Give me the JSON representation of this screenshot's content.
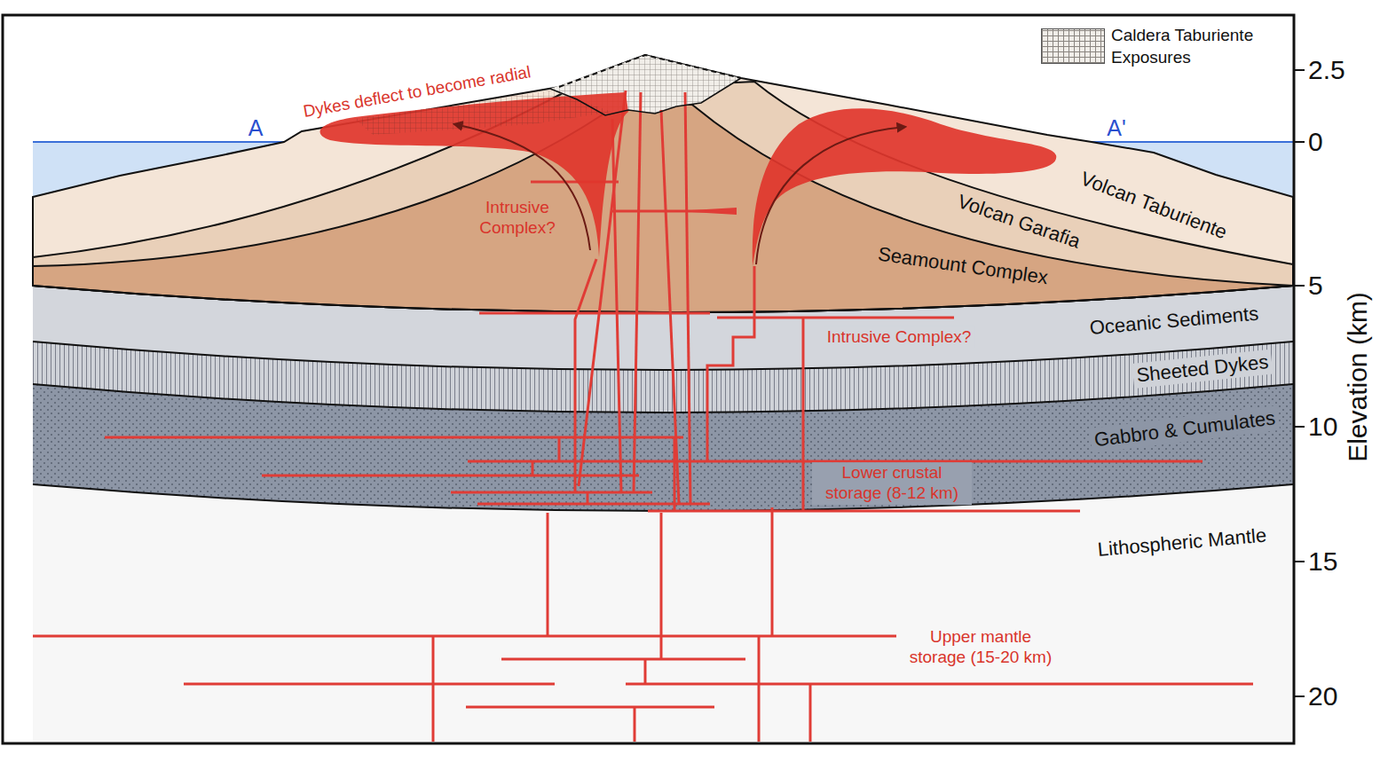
{
  "diagram": {
    "labels": [
      "Dykes deflect to become radial",
      "Intrusive Complex?",
      "Intrusive Complex?",
      "Lower crustal storage (8-12 km)",
      "Upper mantle storage (15-20 km)",
      "Volcan Taburiente",
      "Volcan Garafia",
      "Seamount Complex",
      "Oceanic Sediments",
      "Sheeted Dykes",
      "Gabbro & Cumulates",
      "Lithospheric Mantle",
      "A",
      "A'",
      "2.5",
      "0",
      "5",
      "10",
      "15",
      "20",
      "Elevation (km)"
    ],
    "legend": [
      {
        "text": "Caldera Taburiente Exposures"
      }
    ]
  }
}
